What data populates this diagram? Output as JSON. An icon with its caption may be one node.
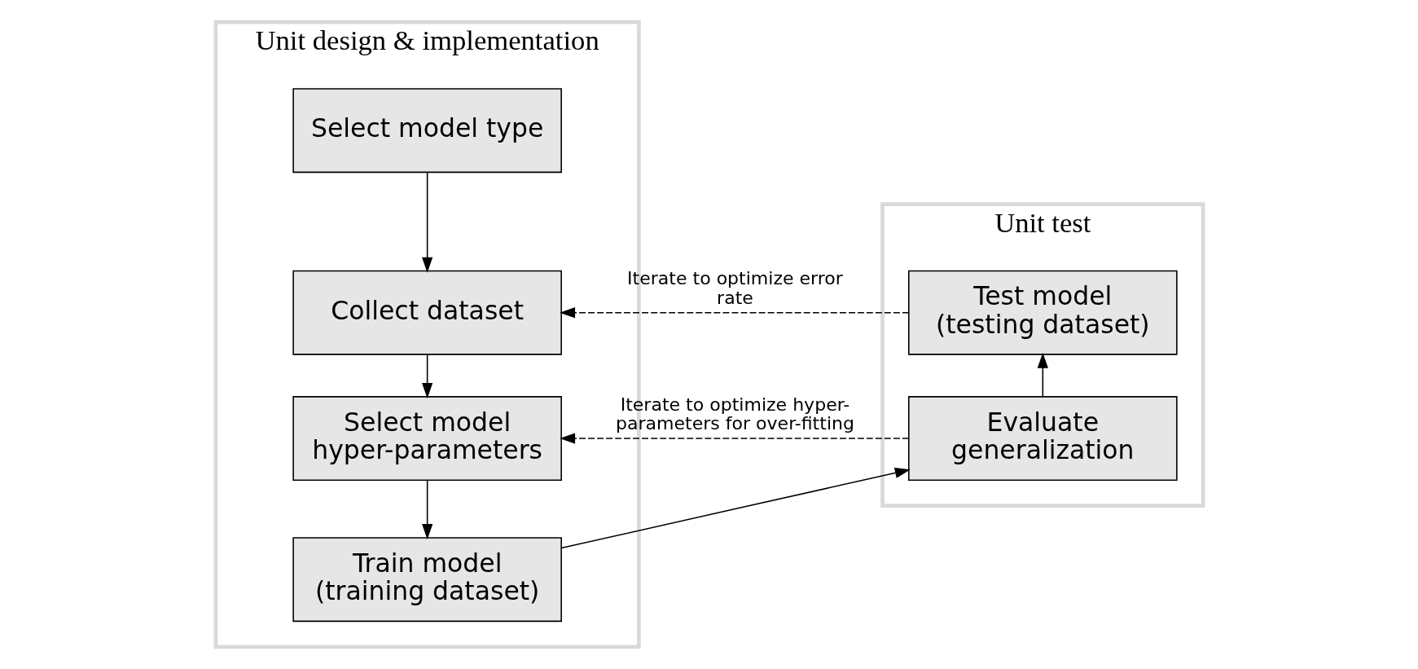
{
  "diagram": {
    "nodes": [
      {
        "text": [
          "Unit design & implementation"
        ]
      },
      {
        "text": [
          "Select model type"
        ],
        "in": 0
      },
      {
        "text": [
          "Collect dataset"
        ],
        "in": 0
      },
      {
        "text": [
          "Select model hyper-parameters"
        ],
        "in": 0
      },
      {
        "text": [
          "Train model (training dataset)"
        ],
        "in": 0
      },
      {
        "text": [
          "Unit test"
        ]
      },
      {
        "text": [
          "Test model (testing dataset)"
        ],
        "in": 5
      },
      {
        "text": [
          "Evaluate generalization"
        ],
        "in": 5
      }
    ],
    "edges": [
      {
        "from": 1,
        "to": 2,
        "arrow": "to"
      },
      {
        "from": 2,
        "to": 3,
        "arrow": "to"
      },
      {
        "from": 3,
        "to": 4,
        "arrow": "to"
      },
      {
        "from": 4,
        "to": 7,
        "arrow": "to"
      },
      {
        "from": 7,
        "to": 6,
        "arrow": "to"
      },
      {
        "from": 6,
        "to": 2,
        "arrow": "to",
        "style": "dashed",
        "label": "Iterate to optimize error rate"
      },
      {
        "from": 7,
        "to": 3,
        "arrow": "to",
        "style": "dashed",
        "label": "Iterate to optimize hyper-parameters for over-fitting"
      }
    ]
  }
}
